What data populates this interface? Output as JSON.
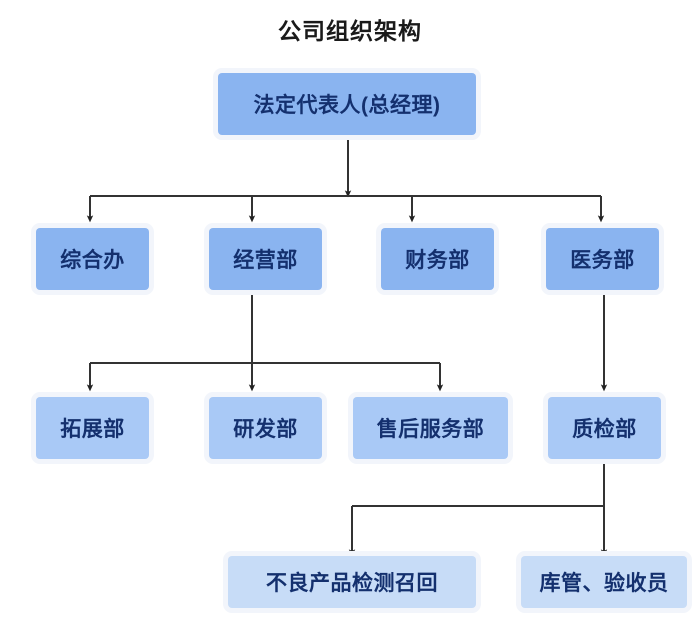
{
  "title": "公司组织架构",
  "colors": {
    "background": "#ffffff",
    "title_text": "#1a1a1a",
    "node_text": "#14306e",
    "level0_fill": "#8ab4f0",
    "level1_fill": "#8ab4f0",
    "level2_fill": "#a9c9f6",
    "level3_fill": "#c7dcf7",
    "node_halo": "#f2f5fb",
    "connector": "#333333"
  },
  "chart_data": {
    "type": "diagram",
    "subtype": "organization-chart",
    "title": "公司组织架构",
    "orientation": "top-down",
    "levels": 4,
    "nodes": [
      {
        "id": "n0",
        "label": "法定代表人(总经理)",
        "level": 0,
        "parent": null
      },
      {
        "id": "n1",
        "label": "综合办",
        "level": 1,
        "parent": "n0"
      },
      {
        "id": "n2",
        "label": "经营部",
        "level": 1,
        "parent": "n0"
      },
      {
        "id": "n3",
        "label": "财务部",
        "level": 1,
        "parent": "n0"
      },
      {
        "id": "n4",
        "label": "医务部",
        "level": 1,
        "parent": "n0"
      },
      {
        "id": "n5",
        "label": "拓展部",
        "level": 2,
        "parent": "n2"
      },
      {
        "id": "n6",
        "label": "研发部",
        "level": 2,
        "parent": "n2"
      },
      {
        "id": "n7",
        "label": "售后服务部",
        "level": 2,
        "parent": "n2"
      },
      {
        "id": "n8",
        "label": "质检部",
        "level": 2,
        "parent": "n4"
      },
      {
        "id": "n9",
        "label": "不良产品检测召回",
        "level": 3,
        "parent": "n8"
      },
      {
        "id": "n10",
        "label": "库管、验收员",
        "level": 3,
        "parent": "n8"
      }
    ],
    "edges": [
      {
        "from": "n0",
        "to": "n1"
      },
      {
        "from": "n0",
        "to": "n2"
      },
      {
        "from": "n0",
        "to": "n3"
      },
      {
        "from": "n0",
        "to": "n4"
      },
      {
        "from": "n2",
        "to": "n5"
      },
      {
        "from": "n2",
        "to": "n6"
      },
      {
        "from": "n2",
        "to": "n7"
      },
      {
        "from": "n4",
        "to": "n8"
      },
      {
        "from": "n8",
        "to": "n9"
      },
      {
        "from": "n8",
        "to": "n10"
      }
    ]
  },
  "nodes": {
    "n0": {
      "label": "法定代表人(总经理)"
    },
    "n1": {
      "label": "综合办"
    },
    "n2": {
      "label": "经营部"
    },
    "n3": {
      "label": "财务部"
    },
    "n4": {
      "label": "医务部"
    },
    "n5": {
      "label": "拓展部"
    },
    "n6": {
      "label": "研发部"
    },
    "n7": {
      "label": "售后服务部"
    },
    "n8": {
      "label": "质检部"
    },
    "n9": {
      "label": "不良产品检测召回"
    },
    "n10": {
      "label": "库管、验收员"
    }
  }
}
